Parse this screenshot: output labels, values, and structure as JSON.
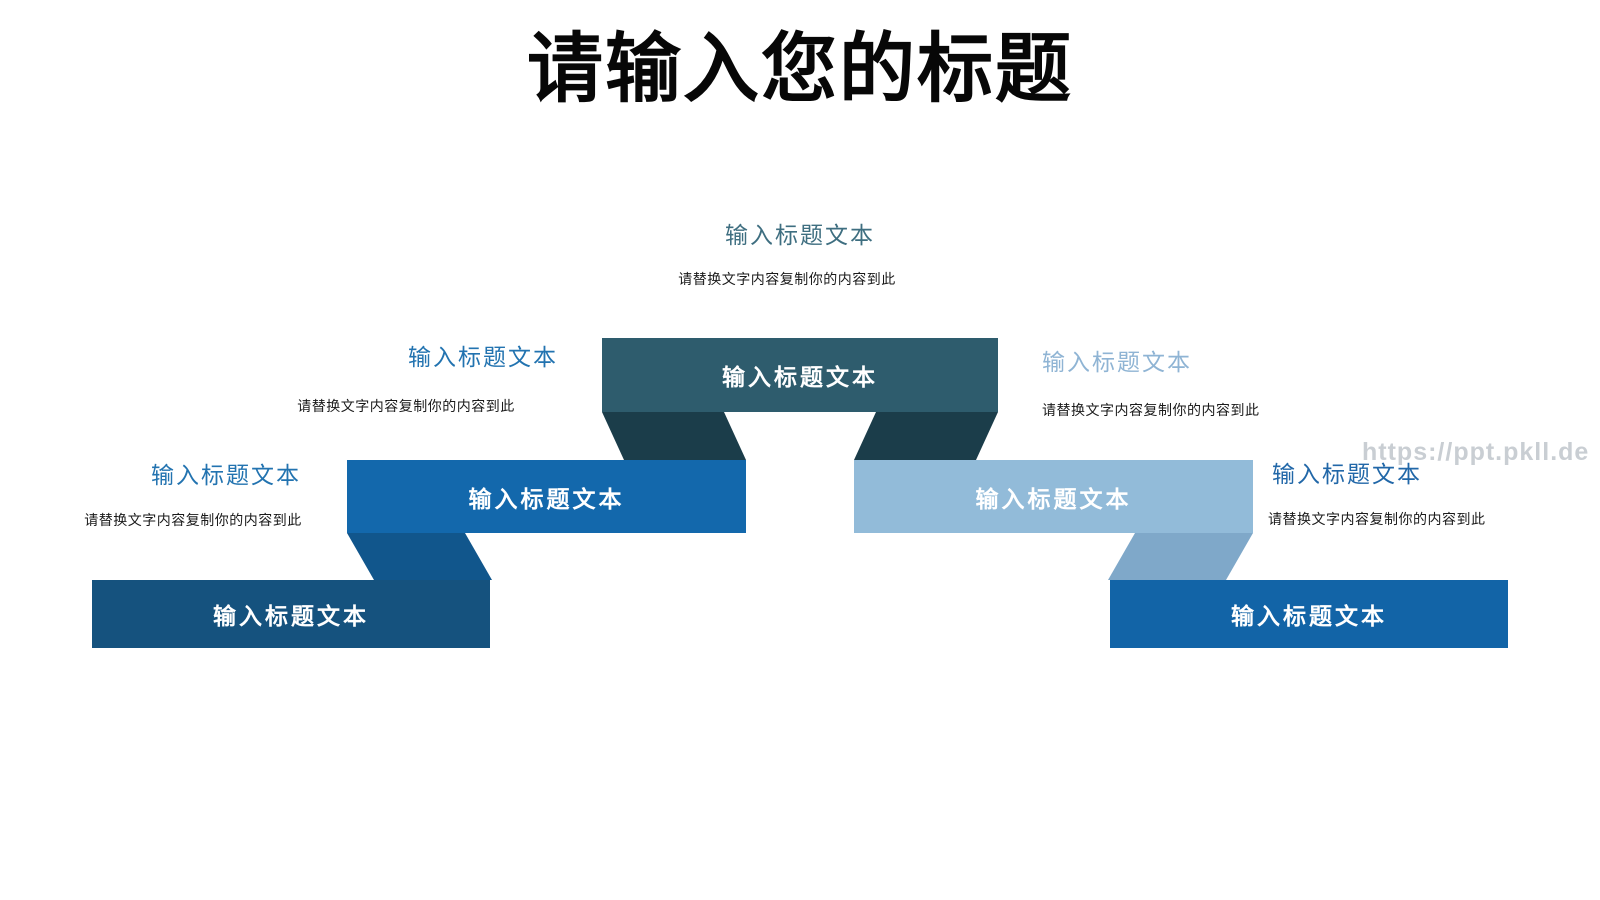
{
  "page": {
    "title": "请输入您的标题",
    "watermark": "https://ppt.pkll.de",
    "background_color": "#ffffff",
    "title_color": "#070707",
    "watermark_color": "#c9ced3",
    "description_color": "#1a1a1a"
  },
  "diagram": {
    "type": "ribbon-staircase",
    "steps": [
      {
        "id": "left-bottom",
        "level": 3,
        "side_label": "输入标题文本",
        "side_label_color": "#2273b0",
        "description": "请替换文字内容复制你的内容到此",
        "bar_label": "输入标题文本",
        "bar_color": "#15527e",
        "bar_text_color": "#ffffff"
      },
      {
        "id": "left-middle",
        "level": 2,
        "side_label": "输入标题文本",
        "side_label_color": "#2273b0",
        "description": "请替换文字内容复制你的内容到此",
        "bar_label": "输入标题文本",
        "bar_color": "#1368ac",
        "fold_color": "#11568c",
        "bar_text_color": "#ffffff"
      },
      {
        "id": "top-center",
        "level": 1,
        "side_label": "输入标题文本",
        "side_label_color": "#3e6e80",
        "description": "请替换文字内容复制你的内容到此",
        "bar_label": "输入标题文本",
        "bar_color": "#2e5c6d",
        "fold_color": "#1b3d4a",
        "bar_text_color": "#ffffff"
      },
      {
        "id": "right-middle",
        "level": 2,
        "side_label": "输入标题文本",
        "side_label_color": "#8fb4d4",
        "description": "请替换文字内容复制你的内容到此",
        "bar_label": "输入标题文本",
        "bar_color": "#92bbd9",
        "fold_color": "#7fa8c9",
        "bar_text_color": "#ffffff"
      },
      {
        "id": "right-bottom",
        "level": 3,
        "side_label": "输入标题文本",
        "side_label_color": "#2167a8",
        "description": "请替换文字内容复制你的内容到此",
        "bar_label": "输入标题文本",
        "bar_color": "#1264a7",
        "bar_text_color": "#ffffff"
      }
    ]
  }
}
